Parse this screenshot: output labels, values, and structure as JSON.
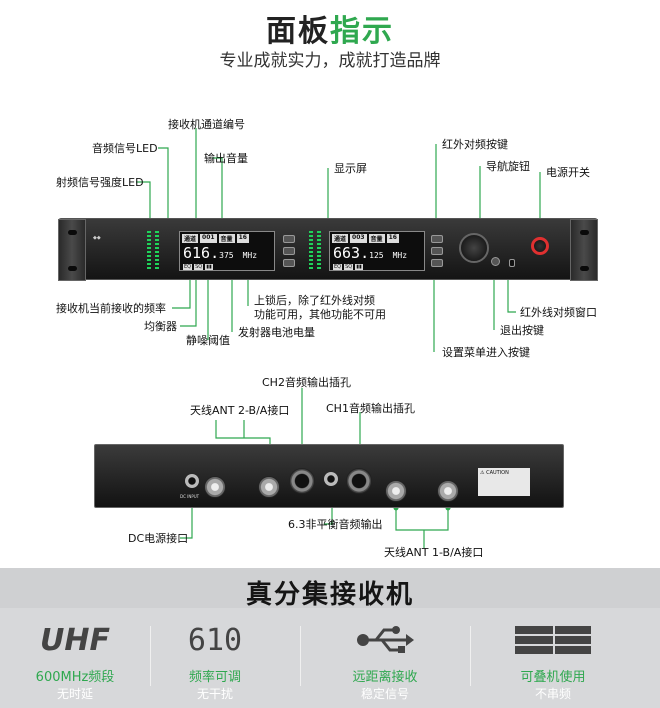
{
  "header": {
    "title_part1": "面板",
    "title_part2": "指示",
    "subtitle": "专业成就实力，成就打造品牌"
  },
  "front_labels": {
    "channel_number": "接收机通道编号",
    "audio_led": "音频信号LED",
    "output_volume": "输出音量",
    "rf_led": "射频信号强度LED",
    "display": "显示屏",
    "ir_pair_key": "红外对频按键",
    "nav_knob": "导航旋钮",
    "power_switch": "电源开关",
    "current_freq": "接收机当前接收的频率",
    "lock_note_line1": "上锁后，除了红外线对频",
    "lock_note_line2": "功能可用，其他功能不可用",
    "ir_window": "红外线对频窗口",
    "equalizer": "均衡器",
    "exit_key": "退出按键",
    "squelch": "静噪阈值",
    "tx_battery": "发射器电池电量",
    "menu_key": "设置菜单进入按键"
  },
  "lcd_left": {
    "tag1": "通道",
    "tag2": "001",
    "tag3": "音量",
    "tag4": "16",
    "freq_main": "616.",
    "freq_dec": "375",
    "unit": "MHz"
  },
  "lcd_right": {
    "tag1": "通道",
    "tag2": "003",
    "tag3": "音量",
    "tag4": "16",
    "freq_main": "663.",
    "freq_dec": "125",
    "unit": "MHz"
  },
  "rear_labels": {
    "ch2_out": "CH2音频输出插孔",
    "ant2": "天线ANT 2-B/A接口",
    "ch1_out": "CH1音频输出插孔",
    "dc": "DC电源接口",
    "unbalanced": "6.3非平衡音频输出",
    "ant1": "天线ANT 1-B/A接口"
  },
  "band": {
    "title": "真分集接收机",
    "features": [
      {
        "icon": "uhf-icon",
        "icon_text": "UHF",
        "label": "600MHz频段",
        "sub": "无时延"
      },
      {
        "icon": "digital-display-icon",
        "icon_text": "610",
        "label": "频率可调",
        "sub": "无干扰"
      },
      {
        "icon": "usb-icon",
        "icon_text": "",
        "label": "远距离接收",
        "sub": "稳定信号"
      },
      {
        "icon": "stack-icon",
        "icon_text": "",
        "label": "可叠机使用",
        "sub": "不串频"
      }
    ]
  },
  "colors": {
    "accent": "#2fa84f",
    "power_ring": "#e03030"
  }
}
